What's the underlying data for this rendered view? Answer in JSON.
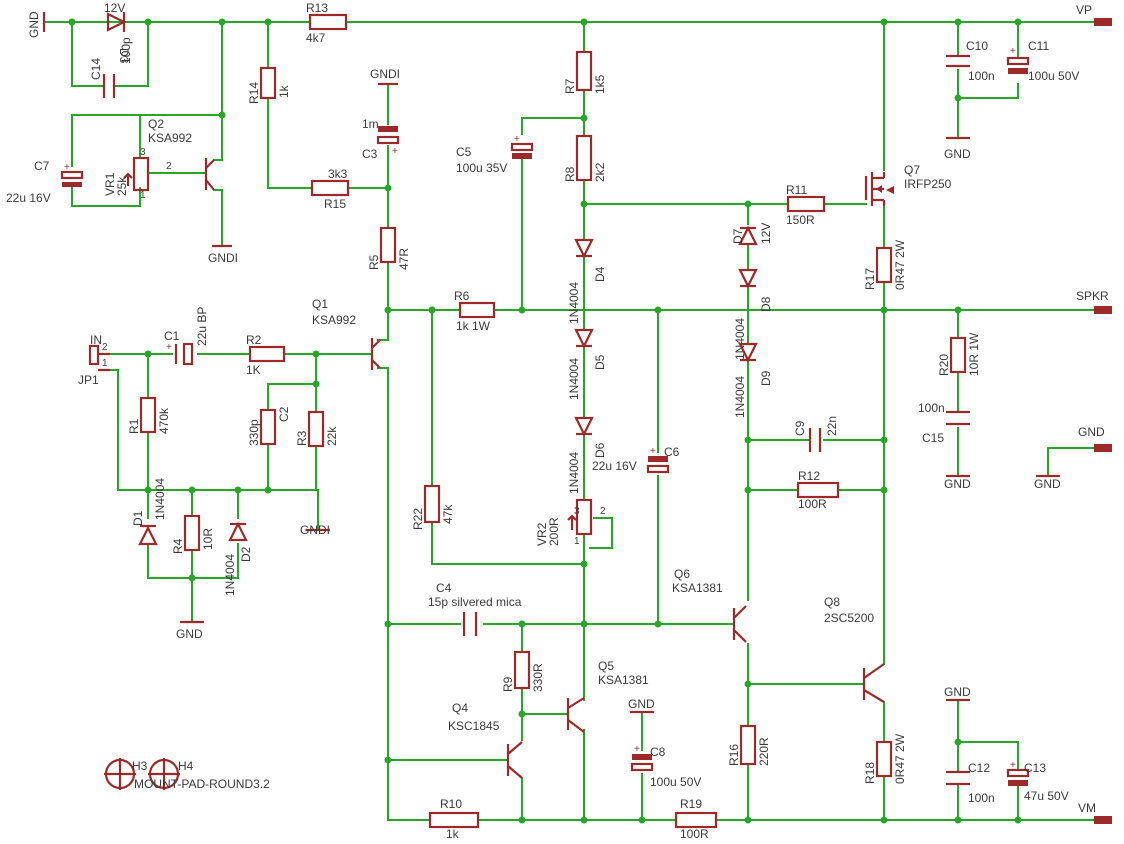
{
  "nets": {
    "gnd_top_left": "GND",
    "vp": "VP",
    "spkr": "SPKR",
    "vm": "VM",
    "gnd_right": "GND",
    "gnd_right2": "GND",
    "gndi_c3": "GNDI",
    "gnd_c10": "GND",
    "gndi_q2": "GNDI",
    "gndi_r3": "GNDI",
    "gnd_r4": "GND",
    "gnd_c8": "GND",
    "gnd_c12": "GND",
    "gnd_c15": "GND"
  },
  "components": {
    "R13": {
      "name": "R13",
      "value": "4k7"
    },
    "D3": {
      "name": "D3",
      "value": "12V"
    },
    "C14": {
      "name": "C14",
      "value": "100p"
    },
    "Q2": {
      "name": "Q2",
      "value": "KSA992"
    },
    "C7": {
      "name": "C7",
      "value": "22u 16V"
    },
    "VR1": {
      "name": "VR1",
      "value": "25k"
    },
    "R14": {
      "name": "R14",
      "value": "1k"
    },
    "R15": {
      "name": "R15",
      "value": "3k3"
    },
    "C3": {
      "name": "C3",
      "value": "1m"
    },
    "R5": {
      "name": "R5",
      "value": "47R"
    },
    "Q1": {
      "name": "Q1",
      "value": "KSA992"
    },
    "R7": {
      "name": "R7",
      "value": "1k5"
    },
    "R8": {
      "name": "R8",
      "value": "2k2"
    },
    "C5": {
      "name": "C5",
      "value": "100u 35V"
    },
    "R6": {
      "name": "R6",
      "value": "1k 1W"
    },
    "R11": {
      "name": "R11",
      "value": "150R"
    },
    "D7": {
      "name": "D7",
      "value": "12V"
    },
    "Q7": {
      "name": "Q7",
      "value": "IRFP250"
    },
    "R17": {
      "name": "R17",
      "value": "0R47 2W"
    },
    "C10": {
      "name": "C10",
      "value": "100n"
    },
    "C11": {
      "name": "C11",
      "value": "100u 50V"
    },
    "D4": {
      "name": "D4",
      "value": "1N4004"
    },
    "D5": {
      "name": "D5",
      "value": "1N4004"
    },
    "D6": {
      "name": "D6",
      "value": "1N4004"
    },
    "D8": {
      "name": "D8",
      "value": "1N4004"
    },
    "D9": {
      "name": "D9",
      "value": "1N4004"
    },
    "R20": {
      "name": "R20",
      "value": "10R 1W"
    },
    "C15": {
      "name": "C15",
      "value": "100n"
    },
    "C9": {
      "name": "C9",
      "value": "22n"
    },
    "R12": {
      "name": "R12",
      "value": "100R"
    },
    "C6": {
      "name": "C6",
      "value": "22u 16V"
    },
    "VR2": {
      "name": "VR2",
      "value": "200R"
    },
    "R22": {
      "name": "R22",
      "value": "47k"
    },
    "C1": {
      "name": "C1",
      "value": "22u BP"
    },
    "R2": {
      "name": "R2",
      "value": "1K"
    },
    "JP1": {
      "name": "JP1",
      "value": "IN"
    },
    "R1": {
      "name": "R1",
      "value": "470k"
    },
    "C2": {
      "name": "C2",
      "value": "330p"
    },
    "R3": {
      "name": "R3",
      "value": "22k"
    },
    "D1": {
      "name": "D1",
      "value": "1N4004"
    },
    "R4": {
      "name": "R4",
      "value": "10R"
    },
    "D2": {
      "name": "D2",
      "value": "1N4004"
    },
    "C4": {
      "name": "C4",
      "value": "15p silvered mica"
    },
    "Q6": {
      "name": "Q6",
      "value": "KSA1381"
    },
    "Q8": {
      "name": "Q8",
      "value": "2SC5200"
    },
    "R9": {
      "name": "R9",
      "value": "330R"
    },
    "Q5": {
      "name": "Q5",
      "value": "KSA1381"
    },
    "Q4": {
      "name": "Q4",
      "value": "KSC1845"
    },
    "C8": {
      "name": "C8",
      "value": "100u 50V"
    },
    "R16": {
      "name": "R16",
      "value": "220R"
    },
    "R18": {
      "name": "R18",
      "value": "0R47 2W"
    },
    "C12": {
      "name": "C12",
      "value": "100n"
    },
    "C13": {
      "name": "C13",
      "value": "47u 50V"
    },
    "R10": {
      "name": "R10",
      "value": "1k"
    },
    "R19": {
      "name": "R19",
      "value": "100R"
    }
  },
  "holes": {
    "h3": "H3",
    "h4": "H4",
    "footer": "MOUNT-PAD-ROUND3.2"
  },
  "pins": {
    "p1": "1",
    "p2": "2",
    "p3": "3"
  }
}
